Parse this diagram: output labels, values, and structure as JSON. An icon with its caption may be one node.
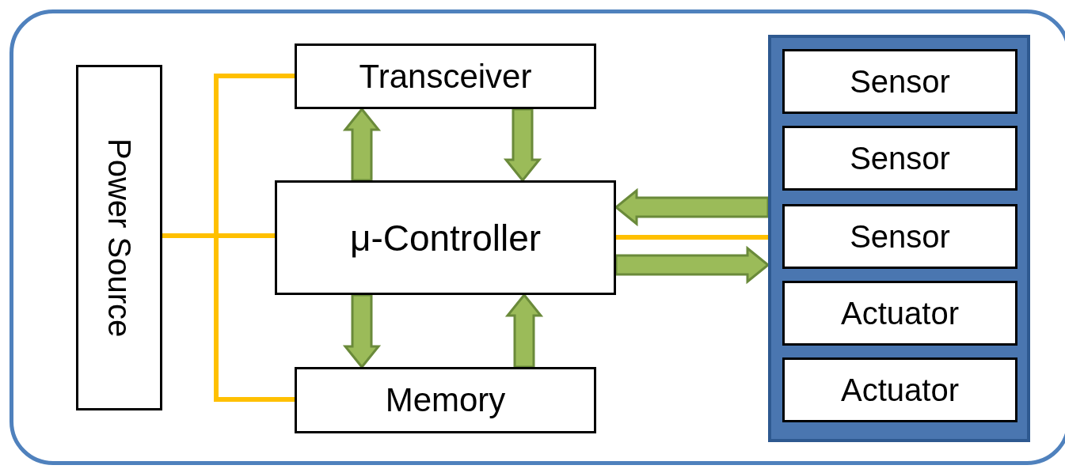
{
  "diagram": {
    "nodes": [
      {
        "text": [],
        "shape": "box"
      },
      {
        "text": [
          "Power Source"
        ],
        "in": 0
      },
      {
        "text": [
          "Transceiver"
        ],
        "in": 0
      },
      {
        "text": [
          "μ-Controller"
        ],
        "in": 0
      },
      {
        "text": [
          "Memory"
        ],
        "in": 0
      },
      {
        "text": [],
        "shape": "box",
        "in": 0
      },
      {
        "text": [
          "Sensor"
        ],
        "in": 5
      },
      {
        "text": [
          "Sensor"
        ],
        "in": 5
      },
      {
        "text": [
          "Sensor"
        ],
        "in": 5
      },
      {
        "text": [
          "Actuator"
        ],
        "in": 5
      },
      {
        "text": [
          "Actuator"
        ],
        "in": 5
      }
    ],
    "edges": [
      {
        "from": 1,
        "to": 2,
        "arrow": "none",
        "color": "#ffc000"
      },
      {
        "from": 1,
        "to": 3,
        "arrow": "none",
        "color": "#ffc000"
      },
      {
        "from": 1,
        "to": 4,
        "arrow": "none",
        "color": "#ffc000"
      },
      {
        "from": 3,
        "to": 5,
        "arrow": "none",
        "color": "#ffc000"
      },
      {
        "from": 3,
        "to": 2,
        "arrow": "to",
        "style": "thick"
      },
      {
        "from": 2,
        "to": 3,
        "arrow": "to",
        "style": "thick"
      },
      {
        "from": 3,
        "to": 4,
        "arrow": "to",
        "style": "thick"
      },
      {
        "from": 4,
        "to": 3,
        "arrow": "to",
        "style": "thick"
      },
      {
        "from": 5,
        "to": 3,
        "arrow": "to",
        "style": "thick"
      },
      {
        "from": 3,
        "to": 5,
        "arrow": "to",
        "style": "thick"
      }
    ]
  }
}
